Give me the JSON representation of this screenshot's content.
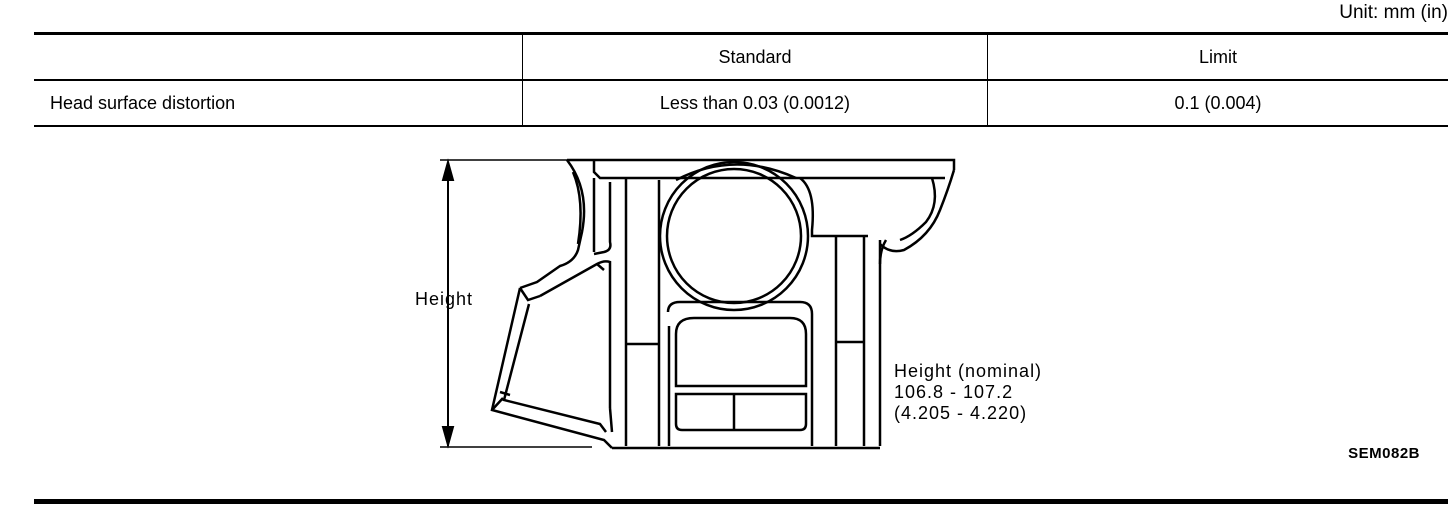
{
  "unit_label": "Unit: mm (in)",
  "table": {
    "headers": [
      "",
      "Standard",
      "Limit"
    ],
    "rows": [
      {
        "item": "Head surface distortion",
        "standard": "Less than 0.03 (0.0012)",
        "limit": "0.1 (0.004)"
      }
    ]
  },
  "figure": {
    "height_label": "Height",
    "nominal": {
      "line1": "Height (nominal)",
      "line2": "106.8 - 107.2",
      "line3": "(4.205 - 4.220)"
    },
    "ref_code": "SEM082B"
  }
}
